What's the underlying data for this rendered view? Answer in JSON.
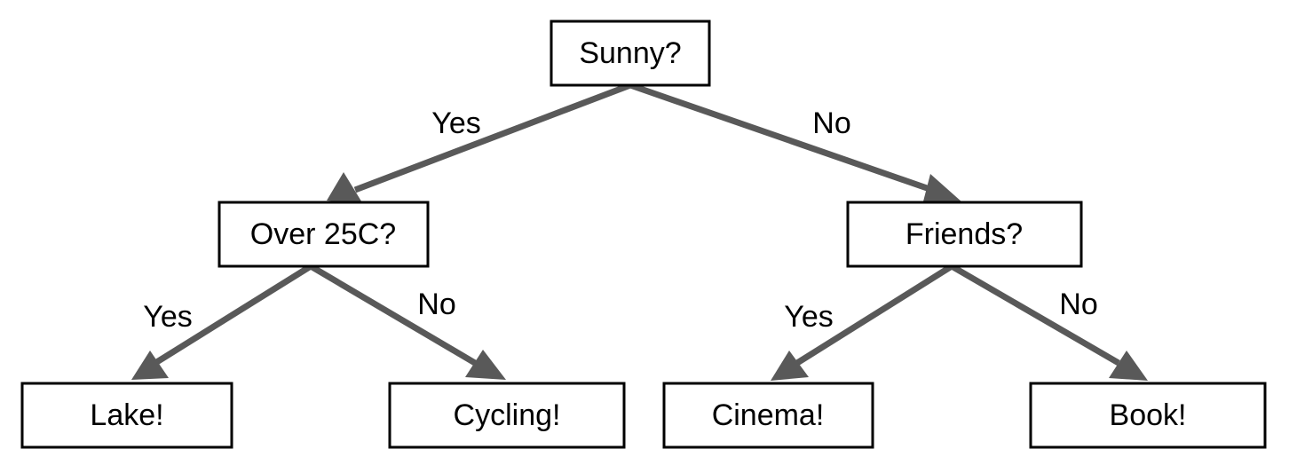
{
  "nodes": {
    "root": "Sunny?",
    "over25": "Over 25C?",
    "friends": "Friends?",
    "lake": "Lake!",
    "cycling": "Cycling!",
    "cinema": "Cinema!",
    "book": "Book!"
  },
  "edges": {
    "root_over25": "Yes",
    "root_friends": "No",
    "over25_lake": "Yes",
    "over25_cycling": "No",
    "friends_cinema": "Yes",
    "friends_book": "No"
  },
  "colors": {
    "edge": "#595959",
    "box_border": "#000000",
    "text": "#000000",
    "background": "#ffffff"
  }
}
